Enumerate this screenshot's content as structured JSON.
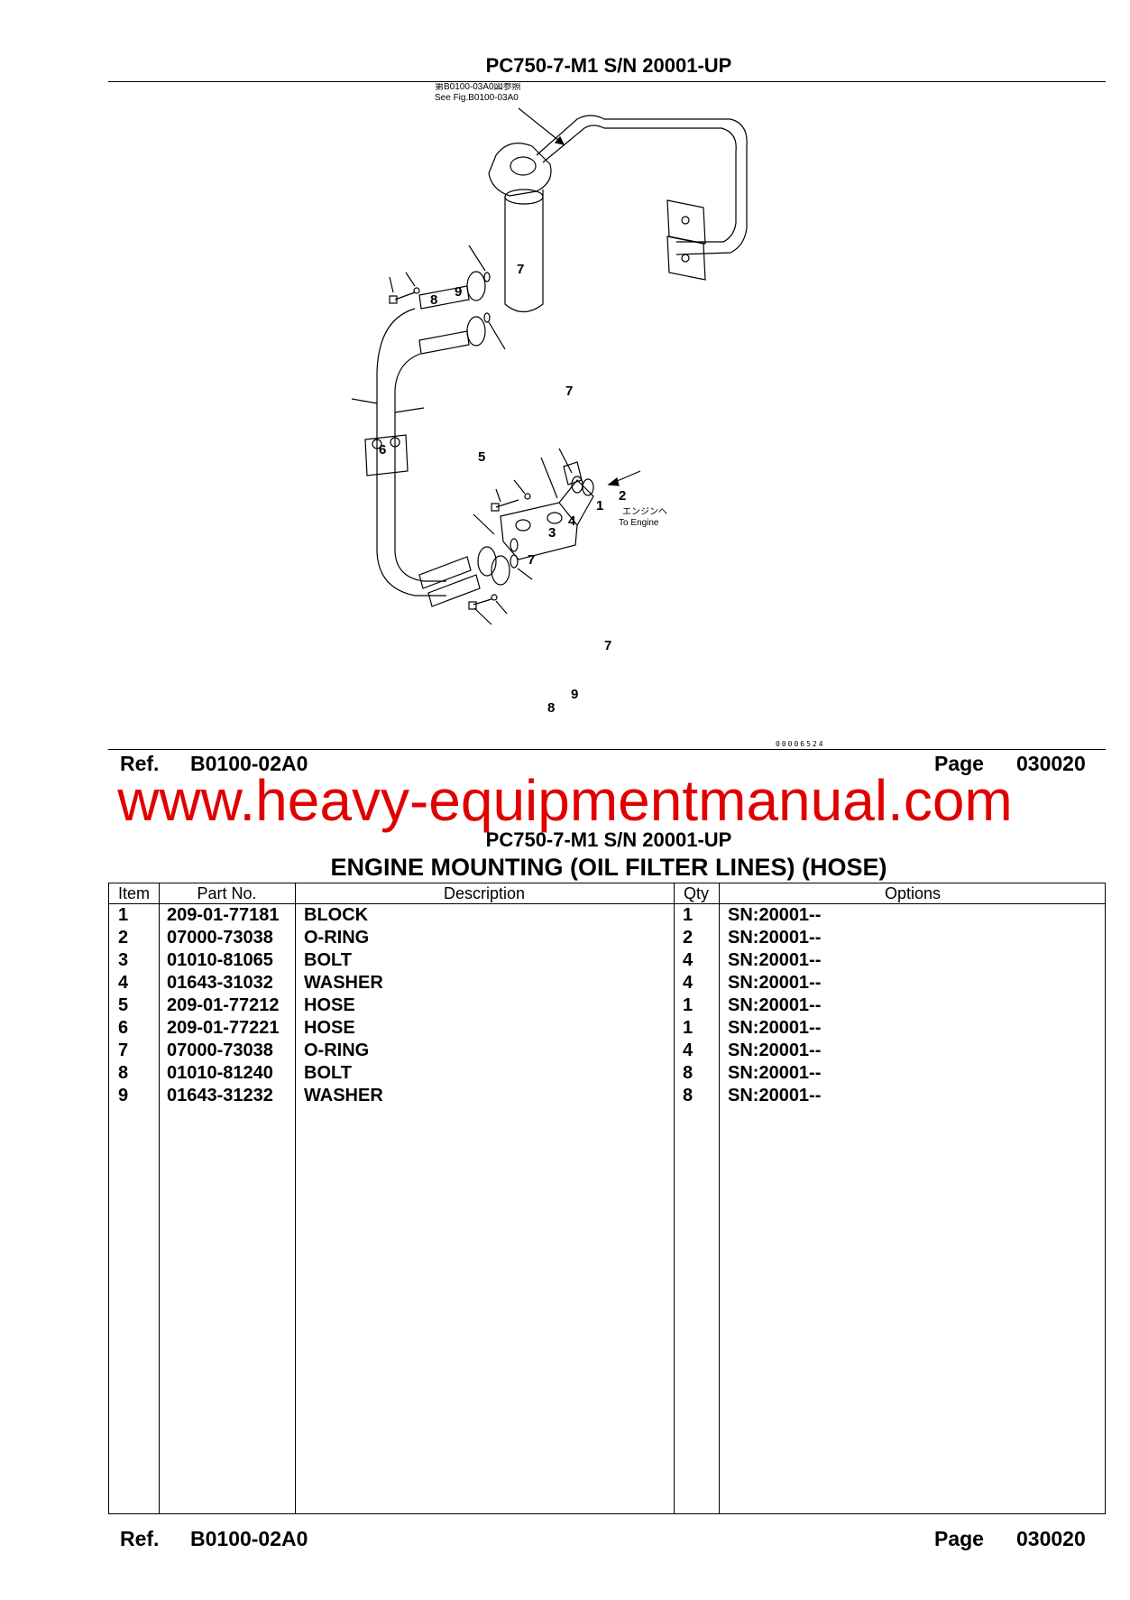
{
  "header": {
    "model_title": "PC750-7-M1 S/N 20001-UP"
  },
  "diagram": {
    "reference_note_jp": "第B0100-03A0図参照",
    "reference_note_en": "See Fig.B0100-03A0",
    "engine_note_jp": "エンジンへ",
    "engine_note_en": "To Engine",
    "drawing_code": "00006524",
    "callouts": [
      "1",
      "2",
      "3",
      "4",
      "5",
      "6",
      "7",
      "7",
      "7",
      "7",
      "8",
      "8",
      "9",
      "9"
    ]
  },
  "ref_bar_top": {
    "ref_label": "Ref.",
    "ref_code": "B0100-02A0",
    "page_label": "Page",
    "page_number": "030020"
  },
  "watermark": "www.heavy-equipmentmanual.com",
  "section": {
    "model_title": "PC750-7-M1 S/N 20001-UP",
    "title": "ENGINE MOUNTING (OIL FILTER LINES) (HOSE)"
  },
  "table": {
    "headers": {
      "item": "Item",
      "part_no": "Part No.",
      "description": "Description",
      "qty": "Qty",
      "options": "Options"
    },
    "rows": [
      {
        "item": "1",
        "part_no": "209-01-77181",
        "description": "BLOCK",
        "qty": "1",
        "options": "SN:20001--"
      },
      {
        "item": "2",
        "part_no": "07000-73038",
        "description": "O-RING",
        "qty": "2",
        "options": "SN:20001--"
      },
      {
        "item": "3",
        "part_no": "01010-81065",
        "description": "BOLT",
        "qty": "4",
        "options": "SN:20001--"
      },
      {
        "item": "4",
        "part_no": "01643-31032",
        "description": "WASHER",
        "qty": "4",
        "options": "SN:20001--"
      },
      {
        "item": "5",
        "part_no": "209-01-77212",
        "description": "HOSE",
        "qty": "1",
        "options": "SN:20001--"
      },
      {
        "item": "6",
        "part_no": "209-01-77221",
        "description": "HOSE",
        "qty": "1",
        "options": "SN:20001--"
      },
      {
        "item": "7",
        "part_no": "07000-73038",
        "description": "O-RING",
        "qty": "4",
        "options": "SN:20001--"
      },
      {
        "item": "8",
        "part_no": "01010-81240",
        "description": "BOLT",
        "qty": "8",
        "options": "SN:20001--"
      },
      {
        "item": "9",
        "part_no": "01643-31232",
        "description": "WASHER",
        "qty": "8",
        "options": "SN:20001--"
      }
    ]
  },
  "ref_bar_bottom": {
    "ref_label": "Ref.",
    "ref_code": "B0100-02A0",
    "page_label": "Page",
    "page_number": "030020"
  }
}
